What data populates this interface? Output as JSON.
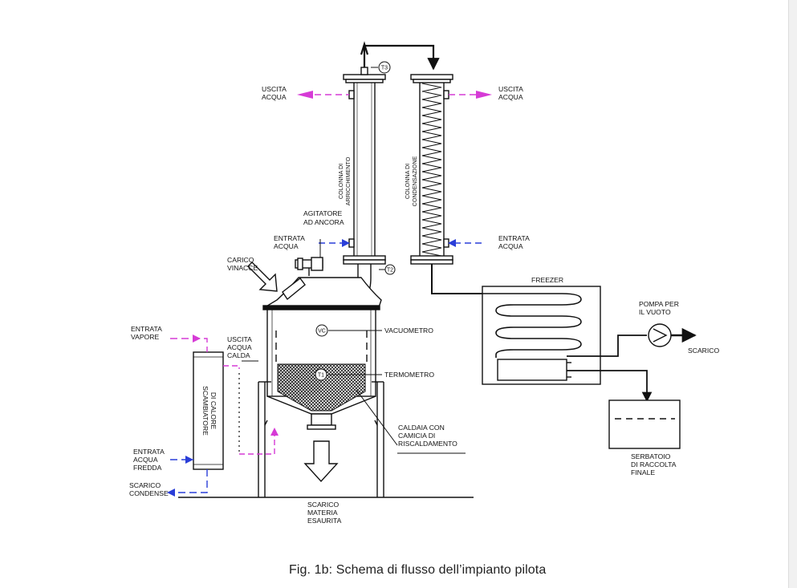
{
  "colors": {
    "line": "#111111",
    "magenta": "#d63bd6",
    "blue": "#2a3ed8",
    "hatch": "#333333"
  },
  "labels": {
    "uscita_acqua": [
      "USCITA",
      "ACQUA"
    ],
    "entrata_acqua": [
      "ENTRATA",
      "ACQUA"
    ],
    "colonna_arricchimento": [
      "COLONNA DI",
      "ARRICCHIMENTO"
    ],
    "colonna_condensazione": [
      "COLONNA DI",
      "CONDENSAZIONE"
    ],
    "agitatore": [
      "AGITATORE",
      "AD ANCORA"
    ],
    "carico_vinacce": [
      "CARICO",
      "VINACCE"
    ],
    "vacuometro": "VACUOMETRO",
    "termometro": "TERMOMETRO",
    "caldaia": [
      "CALDAIA CON",
      "CAMICIA DI",
      "RISCALDAMENTO"
    ],
    "entrata_vapore": [
      "ENTRATA",
      "VAPORE"
    ],
    "uscita_acqua_calda": [
      "USCITA",
      "ACQUA",
      "CALDA"
    ],
    "scambiatore": [
      "SCAMBIATORE",
      "DI CALORE"
    ],
    "entrata_acqua_fredda": [
      "ENTRATA",
      "ACQUA",
      "FREDDA"
    ],
    "scarico_condense": [
      "SCARICO",
      "CONDENSE"
    ],
    "scarico_materia": [
      "SCARICO",
      "MATERIA",
      "ESAURITA"
    ],
    "freezer": "FREEZER",
    "pompa": [
      "POMPA PER",
      "IL VUOTO"
    ],
    "scarico": "SCARICO",
    "serbatoio": [
      "SERBATOIO",
      "DI RACCOLTA",
      "FINALE"
    ]
  },
  "instruments": {
    "t1": "T1",
    "t2": "T2",
    "t3": "T3",
    "vc": "VC"
  },
  "caption": "Fig. 1b: Schema di flusso dell’impianto pilota"
}
